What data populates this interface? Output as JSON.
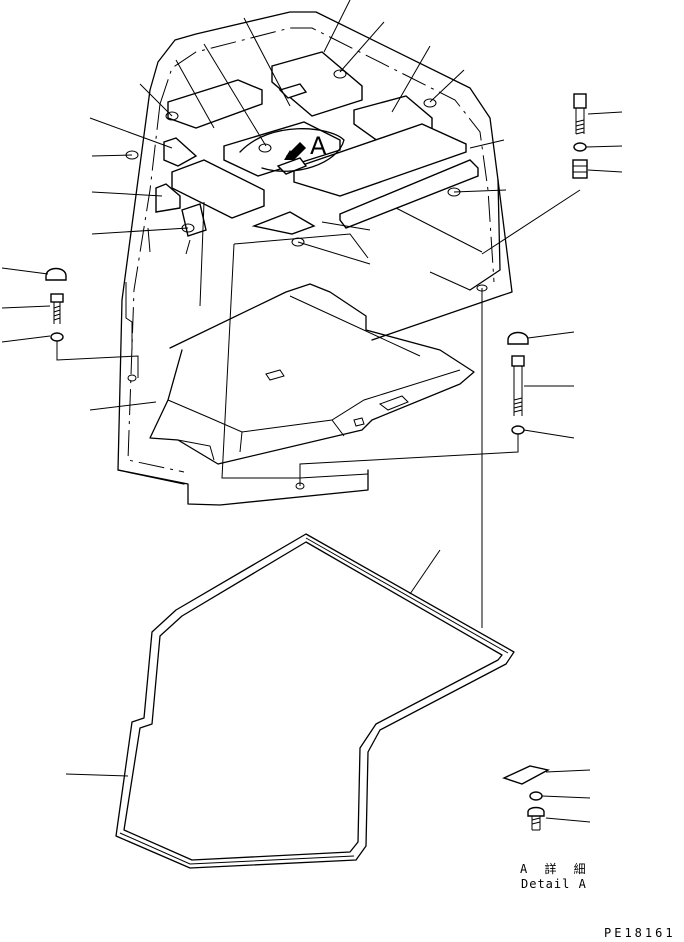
{
  "view_label": "A",
  "detail": {
    "jp": "A 詳 細",
    "en": "Detail A"
  },
  "sheet_code": "PE18161"
}
